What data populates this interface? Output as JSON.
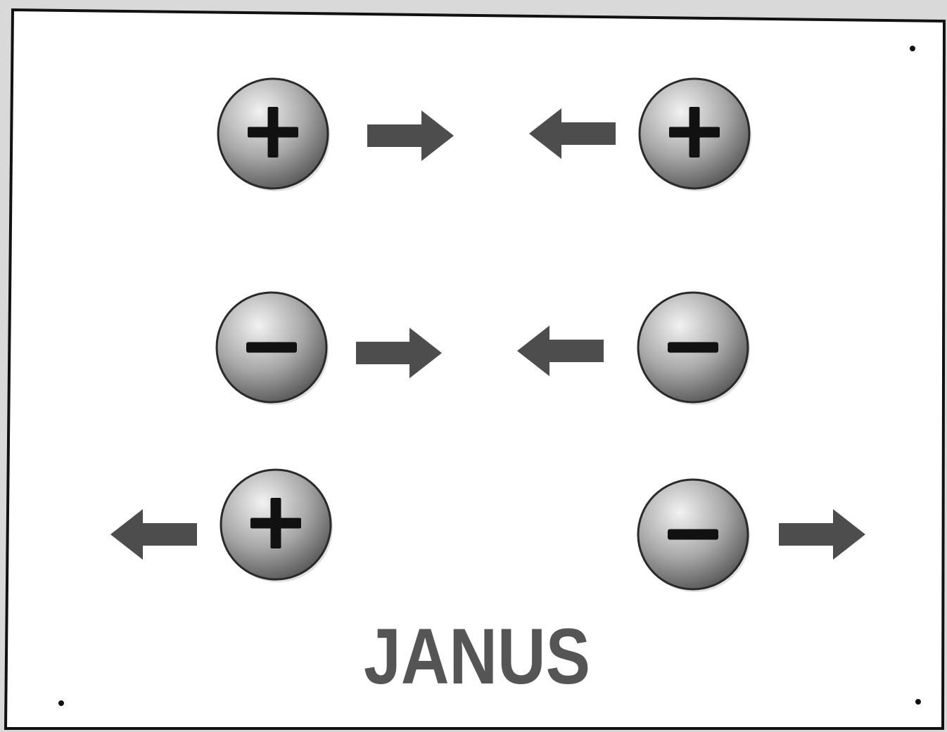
{
  "title": "JANUS",
  "rows": [
    {
      "row": "like-plus-attraction",
      "particles": [
        {
          "charge": "+",
          "sign_icon": "plus-icon"
        },
        {
          "charge": "+",
          "sign_icon": "plus-icon"
        }
      ],
      "arrows": [
        {
          "direction": "right",
          "icon": "arrow-right-icon"
        },
        {
          "direction": "left",
          "icon": "arrow-left-icon"
        }
      ]
    },
    {
      "row": "like-minus-attraction",
      "particles": [
        {
          "charge": "-",
          "sign_icon": "minus-icon"
        },
        {
          "charge": "-",
          "sign_icon": "minus-icon"
        }
      ],
      "arrows": [
        {
          "direction": "right",
          "icon": "arrow-right-icon"
        },
        {
          "direction": "left",
          "icon": "arrow-left-icon"
        }
      ]
    },
    {
      "row": "opposite-repulsion",
      "particles": [
        {
          "charge": "+",
          "sign_icon": "plus-icon"
        },
        {
          "charge": "-",
          "sign_icon": "minus-icon"
        }
      ],
      "arrows": [
        {
          "direction": "left",
          "icon": "arrow-left-icon"
        },
        {
          "direction": "right",
          "icon": "arrow-right-icon"
        }
      ]
    }
  ],
  "colors": {
    "background": "#ffffff",
    "frame": "#111111",
    "arrow": "#4d4d4d",
    "sphere_light": "#f2f2f2",
    "sphere_mid": "#a8a8a8",
    "sphere_dark": "#555555",
    "sign": "#111111",
    "title": "#555555"
  }
}
